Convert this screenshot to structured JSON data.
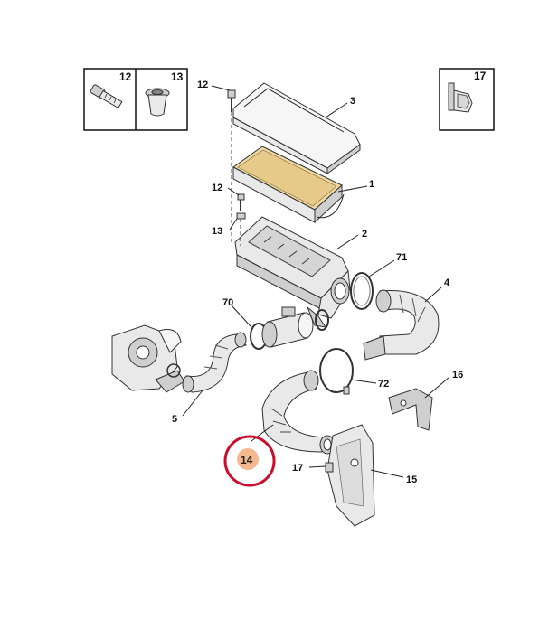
{
  "boxes": {
    "left": {
      "labels": [
        "12",
        "13"
      ]
    },
    "right": {
      "labels": [
        "17"
      ]
    }
  },
  "callouts": {
    "c12a": "12",
    "c3": "3",
    "c1": "1",
    "c12b": "12",
    "c13": "13",
    "c2": "2",
    "c71": "71",
    "c4": "4",
    "c70": "70",
    "c5": "5",
    "c72": "72",
    "c16": "16",
    "c17": "17",
    "c15": "15"
  },
  "highlight": {
    "label": "14",
    "ring_color": "#c8102e",
    "fill_color": "#f5b183"
  }
}
